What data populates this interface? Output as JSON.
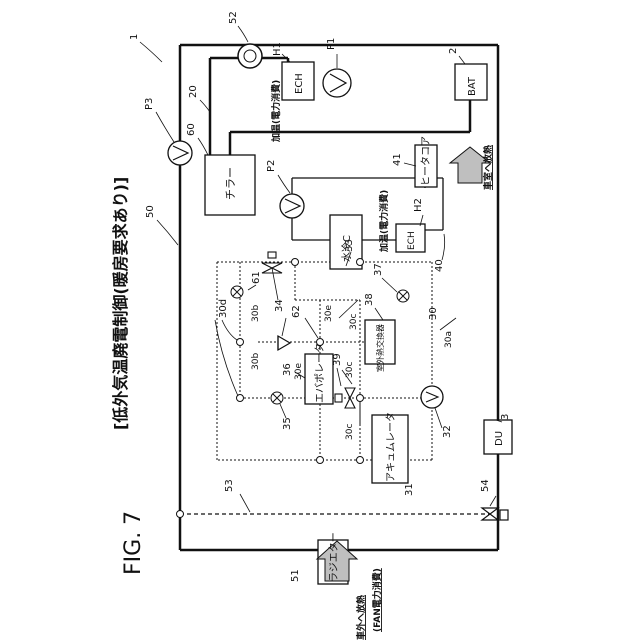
{
  "figure": {
    "caption": "FIG. 7",
    "mode_title": "[低外気温廃電制御(暖房要求あり)]"
  },
  "refs": {
    "system": "1",
    "bat": "2",
    "du": "3",
    "heat_pump": "30",
    "p30a": "30a",
    "p30b_1": "30b",
    "p30b_2": "30b",
    "p30c_1": "30c",
    "p30c_2": "30c",
    "p30c_3": "30c",
    "p30d": "30d",
    "p30e_1": "30e",
    "p30e_2": "30e",
    "accumulator": "31",
    "pump32": "32",
    "water_cooler": "33",
    "v34": "34",
    "v35": "35",
    "evaporator": "36",
    "v37": "37",
    "outdoor_hx": "38",
    "v39": "39",
    "loop40": "40",
    "heater_core": "41",
    "loop20": "20",
    "circuit50": "50",
    "radiator": "51",
    "valve52": "52",
    "line53": "53",
    "valve54": "54",
    "chiller": "60",
    "v61": "61",
    "check62": "62",
    "p1": "P1",
    "p2": "P2",
    "p3": "P3",
    "h1": "H1",
    "h2": "H2"
  },
  "labels": {
    "bat": "BAT",
    "ech_1": "ECH",
    "ech_2": "ECH",
    "chiller": "チラー",
    "water_cooler": "水冷C",
    "heater_core": "ヒータコア",
    "evaporator": "エバポレータ",
    "outdoor_hx": "室外熱交換器",
    "accumulator": "アキュムレータ",
    "du": "DU",
    "radiator": "ラジエター",
    "heat_note_1": "加温(電力消費)",
    "heat_note_2": "加温(電力消費)",
    "cabin_release": "車室へ放熱",
    "outside_release": "車外へ放熱",
    "fan_power": "(FAN電力消費)"
  },
  "colors": {
    "line": "#111111",
    "background": "#ffffff",
    "arrow_fill": "#bfbfbf"
  }
}
